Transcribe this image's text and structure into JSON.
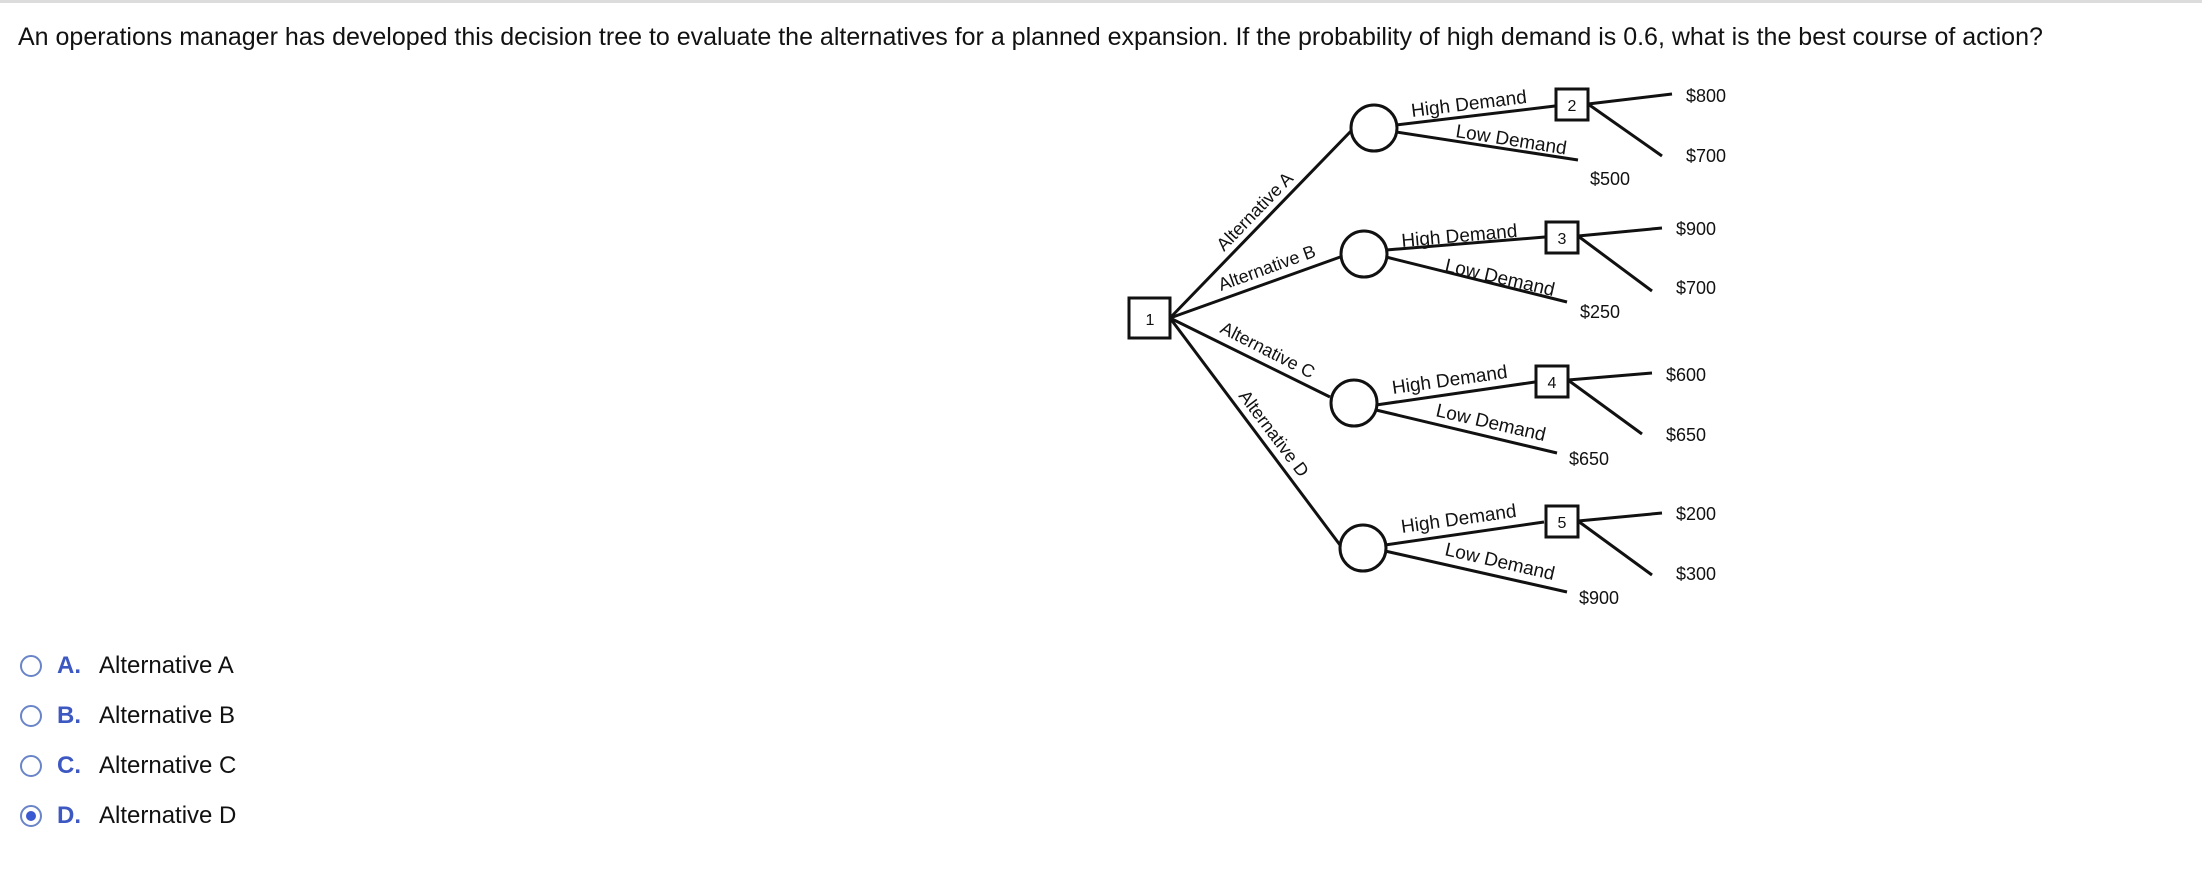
{
  "question": "An operations manager has developed this decision tree to evaluate the alternatives for a planned expansion. If the probability of high demand is 0.6, what is the best course of action?",
  "tree": {
    "root_label": "1",
    "alternatives": [
      {
        "name": "Alternative A",
        "high": "High Demand",
        "low": "Low Demand",
        "decision_label": "2",
        "low_payoff": "$500",
        "payoffs": [
          "$800",
          "$700"
        ]
      },
      {
        "name": "Alternative B",
        "high": "High Demand",
        "low": "Low Demand",
        "decision_label": "3",
        "low_payoff": "$250",
        "payoffs": [
          "$900",
          "$700"
        ]
      },
      {
        "name": "Alternative C",
        "high": "High Demand",
        "low": "Low Demand",
        "decision_label": "4",
        "low_payoff": "$650",
        "payoffs": [
          "$600",
          "$650"
        ]
      },
      {
        "name": "Alternative D",
        "high": "High Demand",
        "low": "Low Demand",
        "decision_label": "5",
        "low_payoff": "$900",
        "payoffs": [
          "$200",
          "$300"
        ]
      }
    ]
  },
  "options": [
    {
      "letter": "A.",
      "text": "Alternative A",
      "selected": false
    },
    {
      "letter": "B.",
      "text": "Alternative B",
      "selected": false
    },
    {
      "letter": "C.",
      "text": "Alternative C",
      "selected": false
    },
    {
      "letter": "D.",
      "text": "Alternative D",
      "selected": true
    }
  ]
}
